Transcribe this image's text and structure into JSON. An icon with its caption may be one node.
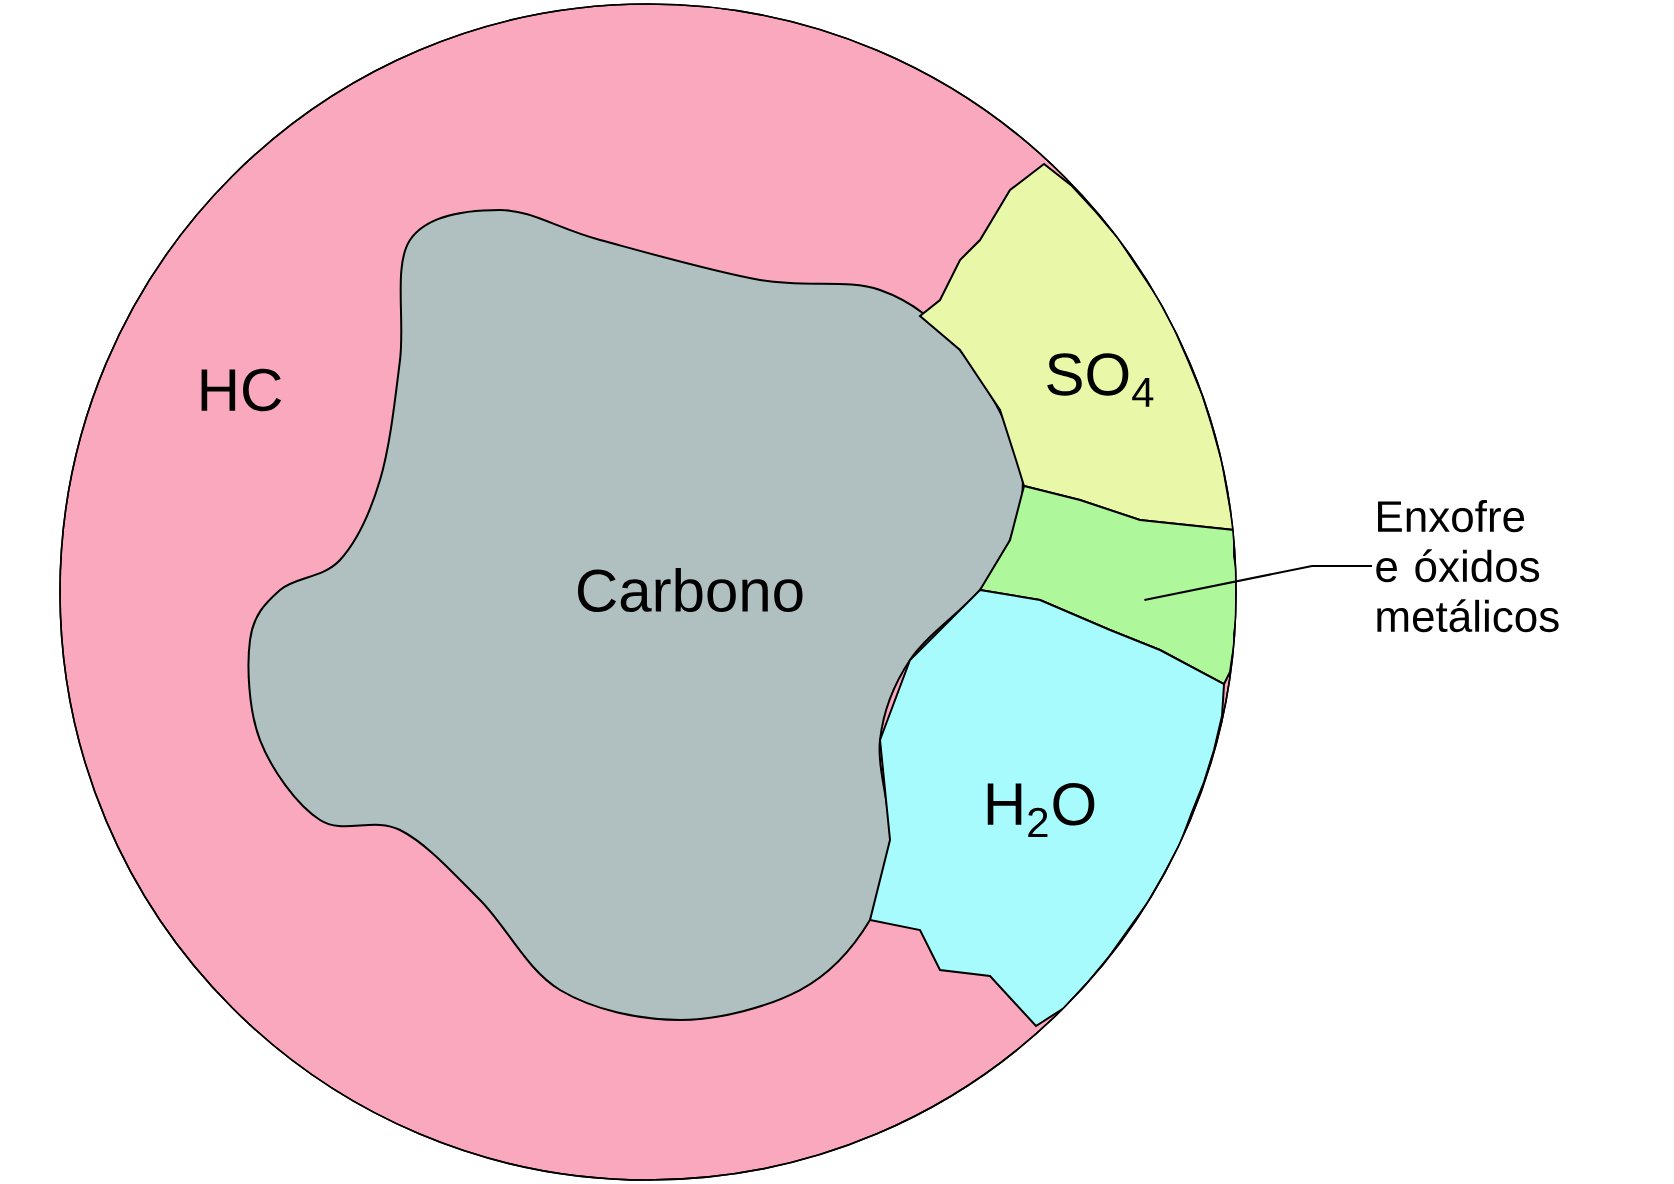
{
  "diagram": {
    "nodes": [
      {
        "text": [
          "HC"
        ]
      },
      {
        "text": [
          "Carbono"
        ],
        "in": 0
      },
      {
        "text": [
          "SO$_{4}$"
        ],
        "in": 0
      },
      {
        "text": [],
        "shape": "band",
        "in": 0
      },
      {
        "text": [
          "H$_{2}$O"
        ],
        "in": 0
      },
      {
        "text": [
          "Enxofre e óxidos metálicos"
        ]
      }
    ],
    "edges": [
      {
        "from": 5,
        "to": 3,
        "arrow": "none"
      }
    ]
  }
}
